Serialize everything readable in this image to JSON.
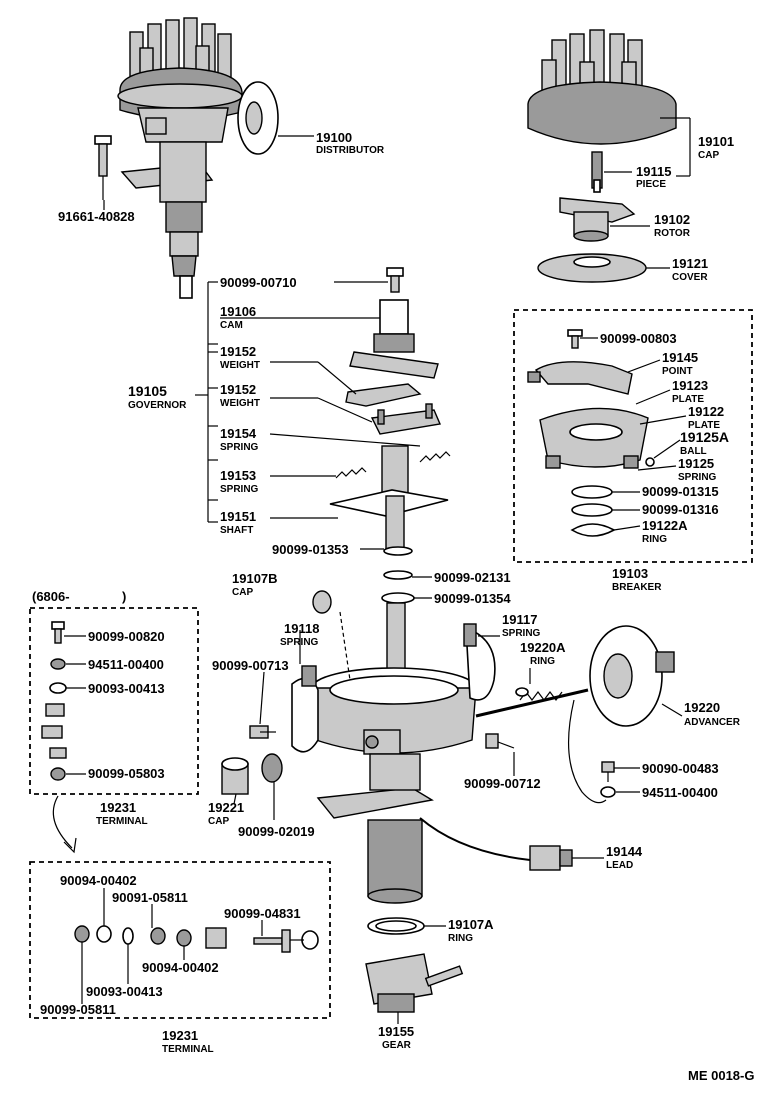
{
  "labels": {
    "distributor": {
      "num": "19100",
      "name": "DISTRIBUTOR"
    },
    "bolt_top_left": {
      "num": "91661-40828"
    },
    "cap": {
      "num": "19101",
      "name": "CAP"
    },
    "piece": {
      "num": "19115",
      "name": "PIECE"
    },
    "rotor": {
      "num": "19102",
      "name": "ROTOR"
    },
    "cover": {
      "num": "19121",
      "name": "COVER"
    },
    "screw_cam": {
      "num": "90099-00710"
    },
    "cam": {
      "num": "19106",
      "name": "CAM"
    },
    "weight_1": {
      "num": "19152",
      "name": "WEIGHT"
    },
    "governor": {
      "num": "19105",
      "name": "GOVERNOR"
    },
    "weight_2": {
      "num": "19152",
      "name": "WEIGHT"
    },
    "spring_1": {
      "num": "19154",
      "name": "SPRING"
    },
    "spring_2": {
      "num": "19153",
      "name": "SPRING"
    },
    "shaft": {
      "num": "19151",
      "name": "SHAFT"
    },
    "washer_1": {
      "num": "90099-01353"
    },
    "washer_2": {
      "num": "90099-02131"
    },
    "washer_3": {
      "num": "90099-01354"
    },
    "screw_breaker": {
      "num": "90099-00803"
    },
    "point": {
      "num": "19145",
      "name": "POINT"
    },
    "plate_1": {
      "num": "19123",
      "name": "PLATE"
    },
    "plate_2": {
      "num": "19122",
      "name": "PLATE"
    },
    "ball": {
      "num": "19125A",
      "name": "BALL"
    },
    "spring_breaker": {
      "num": "19125",
      "name": "SPRING"
    },
    "washer_b1": {
      "num": "90099-01315"
    },
    "washer_b2": {
      "num": "90099-01316"
    },
    "ring_breaker": {
      "num": "19122A",
      "name": "RING"
    },
    "breaker": {
      "num": "19103",
      "name": "BREAKER"
    },
    "cap_small": {
      "num": "19107B",
      "name": "CAP"
    },
    "spring_advancer": {
      "num": "19118",
      "name": "SPRING"
    },
    "spring_advancer_2": {
      "num": "19117",
      "name": "SPRING"
    },
    "ring_advancer": {
      "num": "19220A",
      "name": "RING"
    },
    "screw_advancer": {
      "num": "90099-00713"
    },
    "advancer": {
      "num": "19220",
      "name": "ADVANCER"
    },
    "screw_body": {
      "num": "90099-00712"
    },
    "screw_lead": {
      "num": "90090-00483"
    },
    "washer_lead": {
      "num": "94511-00400"
    },
    "cap_oil": {
      "num": "19221",
      "name": "CAP"
    },
    "ring_oil": {
      "num": "90099-02019"
    },
    "lead": {
      "num": "19144",
      "name": "LEAD"
    },
    "ring_gear": {
      "num": "19107A",
      "name": "RING"
    },
    "gear": {
      "num": "19155",
      "name": "GEAR"
    }
  },
  "terminal_box_1": {
    "header": "(6806-",
    "header_close": ")",
    "items": [
      "90099-00820",
      "94511-00400",
      "90093-00413",
      "90099-05803"
    ],
    "num": "19231",
    "name": "TERMINAL"
  },
  "terminal_box_2": {
    "items": [
      "90094-00402",
      "90091-05811",
      "90099-04831",
      "90094-00402",
      "90093-00413",
      "90099-05811"
    ],
    "num": "19231",
    "name": "TERMINAL"
  },
  "footer_code": "ME 0018-G"
}
